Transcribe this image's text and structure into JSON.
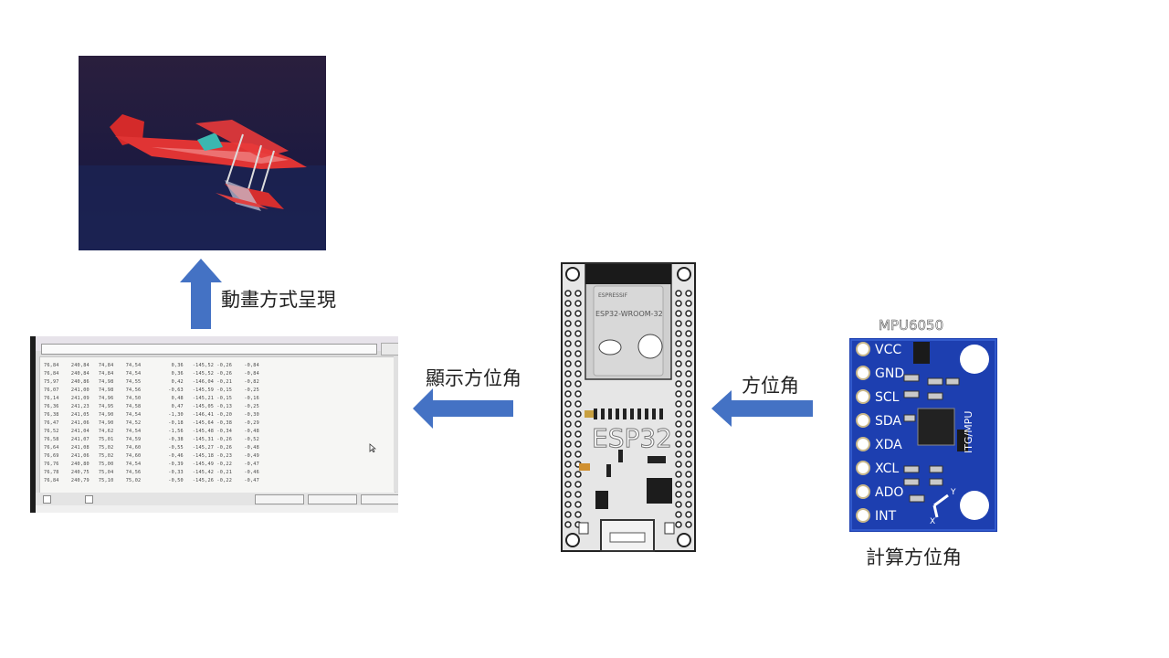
{
  "labels": {
    "animation": "動畫方式呈現",
    "display_angle": "顯示方位角",
    "angle": "方位角",
    "compute_angle": "計算方位角"
  },
  "esp32": {
    "chip_brand": "ESPRESSIF",
    "module_name": "ESP32-WROOM-32",
    "board_label": "ESP32"
  },
  "mpu": {
    "title": "MPU6050",
    "pins": [
      "VCC",
      "GND",
      "SCL",
      "SDA",
      "XDA",
      "XCL",
      "ADO",
      "INT"
    ],
    "side_text": "ITG/MPU",
    "axis_x": "X",
    "axis_y": "Y"
  },
  "serial_monitor": {
    "lines": [
      "76,84    240,84   74,84    74,54          0,36   -145,52 -0,26    -0,84",
      "76,84    240,84   74,84    74,54          0,36   -145,52 -0,26    -0,84",
      "75,97    240,86   74,98    74,55          0,42   -146,04 -0,21    -0,82",
      "76,07    241,00   74,98    74,56         -0,63   -145,59 -0,15    -0,25",
      "76,14    241,09   74,96    74,50          0,48   -145,21 -0,15    -0,16",
      "76,36    241,23   74,95    74,58          0,47   -145,05 -0,13    -0,25",
      "76,38    241,05   74,90    74,54         -1,30   -146,41 -0,20    -0,30",
      "76,47    241,06   74,90    74,52         -0,18   -145,64 -0,38    -0,29",
      "76,52    241,04   74,62    74,54         -1,56   -145,48 -0,34    -0,48",
      "76,58    241,07   75,01    74,59         -0,38   -145,31 -0,26    -0,52",
      "76,64    241,08   75,02    74,60         -0,55   -145,27 -0,26    -0,48",
      "76,69    241,06   75,02    74,60         -0,46   -145,18 -0,23    -0,49",
      "76,76    240,80   75,00    74,54         -0,39   -145,49 -0,22    -0,47",
      "76,78    240,75   75,04    74,56         -0,33   -145,42 -0,21    -0,46",
      "76,84    240,79   75,10    75,02         -0,50   -145,26 -0,22    -0,47"
    ]
  },
  "colors": {
    "arrow": "#4472c4",
    "mpu_board": "#1d3fb0",
    "esp_board": "#e6e6e6"
  }
}
